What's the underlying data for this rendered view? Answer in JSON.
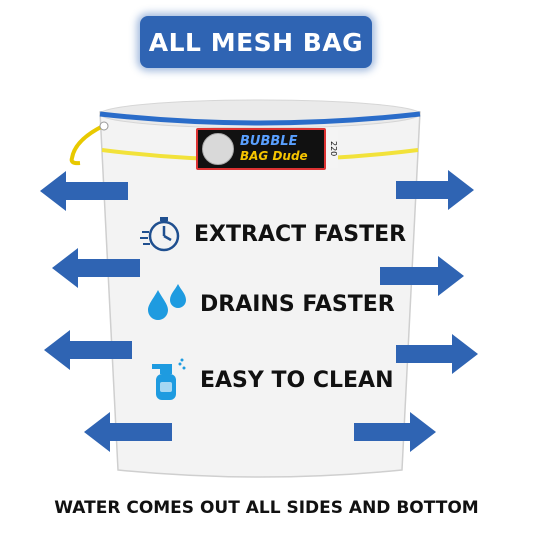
{
  "title": "ALL MESH BAG",
  "features": [
    {
      "label": "EXTRACT FASTER",
      "icon": "stopwatch-icon"
    },
    {
      "label": "DRAINS FASTER",
      "icon": "water-drops-icon"
    },
    {
      "label": "EASY TO CLEAN",
      "icon": "spray-bottle-icon"
    }
  ],
  "logo": {
    "line1": "BUBBLE",
    "line2": "BAG Dude",
    "size": "220"
  },
  "caption": "WATER COMES OUT ALL SIDES AND BOTTOM",
  "colors": {
    "accent_blue": "#2f64b3",
    "drop_blue": "#1e9be0",
    "rim_blue": "#2a6cc9",
    "rim_yellow": "#f2e23a",
    "bag_fill": "#f3f3f3"
  }
}
